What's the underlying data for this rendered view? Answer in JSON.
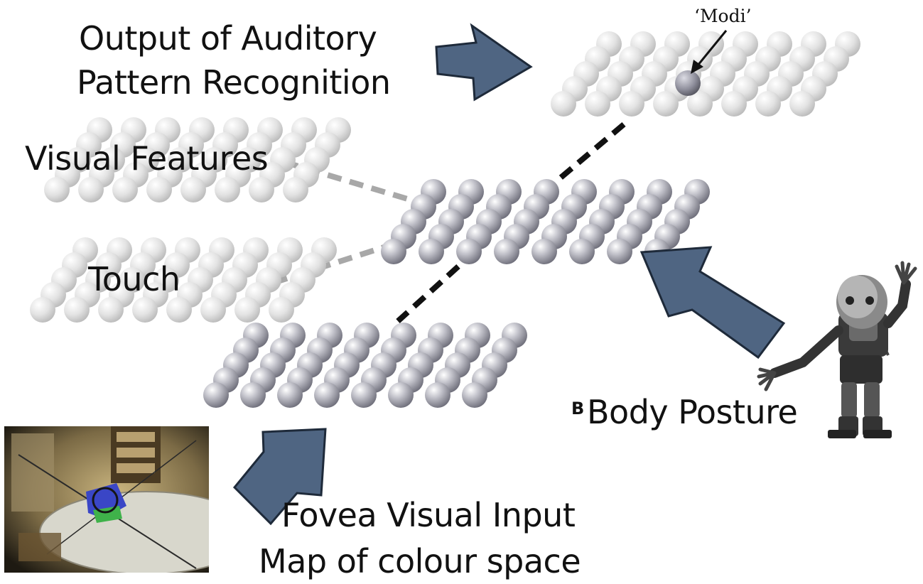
{
  "labels": {
    "auditory_line1": "Output of Auditory",
    "auditory_line2": "Pattern Recognition",
    "modi": "‘Modi’",
    "visual_features": "Visual Features",
    "touch": "Touch",
    "body_tag": "B",
    "body_posture": "Body Posture",
    "fovea_line1": "Fovea Visual Input",
    "fovea_line2": "Map of colour space"
  },
  "colors": {
    "arrow_fill": "#4f6582",
    "arrow_stroke": "#1e2a3a",
    "light_node": "#e4e4e4",
    "dark_node": "#a5a5b0",
    "inactive_link": "#a8a8a8",
    "active_link": "#111111"
  },
  "maps": [
    {
      "id": "auditory-map",
      "tone": "light"
    },
    {
      "id": "visual-features-map",
      "tone": "light"
    },
    {
      "id": "touch-map",
      "tone": "light"
    },
    {
      "id": "central-map",
      "tone": "dark"
    },
    {
      "id": "fovea-map",
      "tone": "dark"
    }
  ],
  "highlighted_node": {
    "map": "auditory-map",
    "label": "‘Modi’"
  }
}
